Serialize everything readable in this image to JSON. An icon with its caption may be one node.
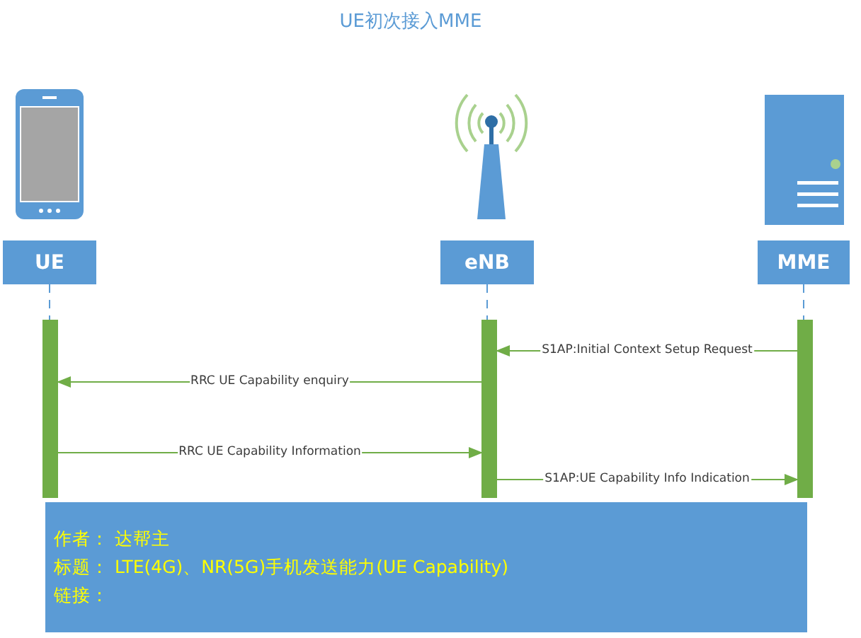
{
  "diagram": {
    "title": "UE初次接入MME",
    "nodes": [
      {
        "text": [
          "UE"
        ]
      },
      {
        "text": [
          "eNB"
        ]
      },
      {
        "text": [
          "MME"
        ]
      },
      {
        "text": [],
        "shape": "bar"
      },
      {
        "text": [],
        "shape": "bar"
      },
      {
        "text": [],
        "shape": "bar"
      },
      {
        "text": [
          "作者： 达帮主",
          "标题： LTE(4G)、NR(5G)手机发送能力(UE Capability)",
          "链接："
        ]
      }
    ],
    "edges": [
      {
        "from": 0,
        "to": 3,
        "arrow": "none",
        "style": "dashed",
        "color": "#5b9bd5"
      },
      {
        "from": 1,
        "to": 4,
        "arrow": "none",
        "style": "dashed",
        "color": "#5b9bd5"
      },
      {
        "from": 2,
        "to": 5,
        "arrow": "none",
        "style": "dashed",
        "color": "#5b9bd5"
      },
      {
        "from": 5,
        "to": 4,
        "arrow": "to",
        "label": "S1AP:Initial Context Setup Request"
      },
      {
        "from": 4,
        "to": 3,
        "arrow": "to",
        "label": "RRC UE Capability enquiry"
      },
      {
        "from": 3,
        "to": 4,
        "arrow": "to",
        "label": "RRC UE Capability Information"
      },
      {
        "from": 4,
        "to": 5,
        "arrow": "to",
        "label": "S1AP:UE Capability Info Indication"
      }
    ]
  }
}
